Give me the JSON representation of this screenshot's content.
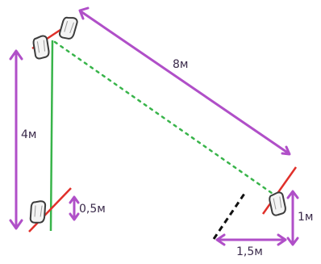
{
  "labels": {
    "top_span": "8м",
    "left_height": "4м",
    "bottom_gap": "0,5м",
    "right_height": "1м",
    "bottom_span": "1,5м"
  },
  "colors": {
    "measure": "#b04fc8",
    "rope": "#38b44a",
    "dotted_line": "#38b44a",
    "anchor_bar": "#e0302a",
    "dashed_mark": "#111111",
    "carabiner": "#444444"
  }
}
